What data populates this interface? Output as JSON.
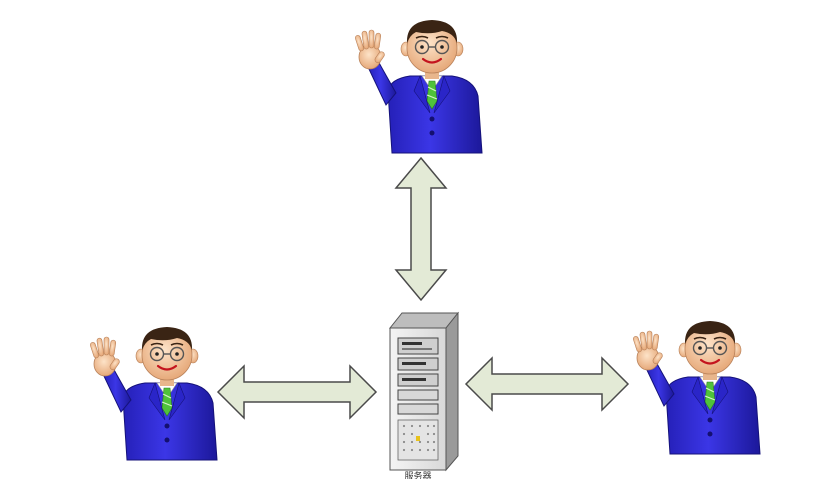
{
  "diagram": {
    "nodes": [
      {
        "id": "person-top",
        "kind": "person"
      },
      {
        "id": "person-left",
        "kind": "person"
      },
      {
        "id": "person-right",
        "kind": "person"
      },
      {
        "id": "server",
        "kind": "server",
        "label": "服务器"
      }
    ],
    "edges": [
      {
        "from": "server",
        "to": "person-top",
        "direction": "bidirectional"
      },
      {
        "from": "server",
        "to": "person-left",
        "direction": "bidirectional"
      },
      {
        "from": "server",
        "to": "person-right",
        "direction": "bidirectional"
      }
    ],
    "colors": {
      "arrow_fill": "#e3ead6",
      "arrow_stroke": "#4a4a4a",
      "suit": "#2f2bd6",
      "suit_shadow": "#1e1aa0",
      "skin": "#f2c9a4",
      "hair": "#3a2414",
      "tie": "#4fc23a",
      "server_front": "#e9e9e9",
      "server_side": "#9a9a9a"
    }
  }
}
